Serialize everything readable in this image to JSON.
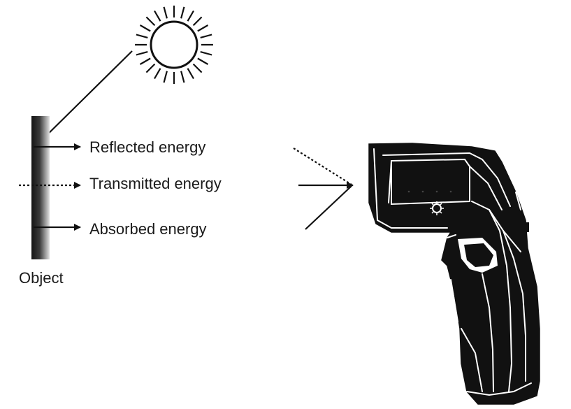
{
  "diagram": {
    "labels": {
      "reflected": "Reflected energy",
      "transmitted": "Transmitted energy",
      "absorbed": "Absorbed energy",
      "object": "Object"
    },
    "icons": {
      "sun": "sun-icon",
      "thermometer": "infrared-thermometer-icon"
    },
    "colors": {
      "ink": "#111111",
      "object_gradient_dark": "#141414",
      "object_gradient_light": "#d9d9d9",
      "background": "#ffffff"
    }
  }
}
